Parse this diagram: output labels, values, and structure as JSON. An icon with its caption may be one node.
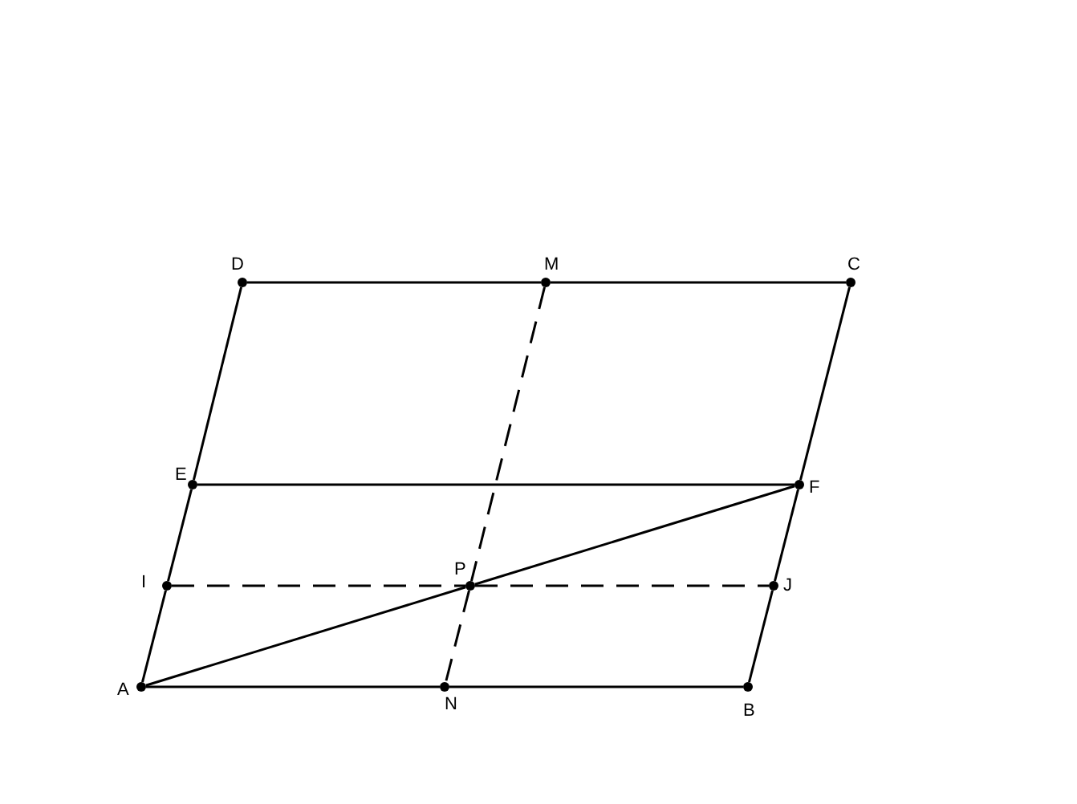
{
  "diagram": {
    "nodes": [
      {
        "text": [
          "D"
        ]
      },
      {
        "text": [
          "M"
        ]
      },
      {
        "text": [
          "C"
        ]
      },
      {
        "text": [
          "E"
        ]
      },
      {
        "text": [
          "F"
        ]
      },
      {
        "text": [
          "I"
        ]
      },
      {
        "text": [
          "P"
        ]
      },
      {
        "text": [
          "J"
        ]
      },
      {
        "text": [
          "A"
        ]
      },
      {
        "text": [
          "N"
        ]
      },
      {
        "text": [
          "B"
        ]
      }
    ],
    "edges": [
      {
        "from": 0,
        "to": 1,
        "arrow": "none"
      },
      {
        "from": 1,
        "to": 2,
        "arrow": "none"
      },
      {
        "from": 0,
        "to": 3,
        "arrow": "none"
      },
      {
        "from": 3,
        "to": 5,
        "arrow": "none"
      },
      {
        "from": 5,
        "to": 8,
        "arrow": "none"
      },
      {
        "from": 2,
        "to": 4,
        "arrow": "none"
      },
      {
        "from": 4,
        "to": 7,
        "arrow": "none"
      },
      {
        "from": 7,
        "to": 10,
        "arrow": "none"
      },
      {
        "from": 8,
        "to": 9,
        "arrow": "none"
      },
      {
        "from": 9,
        "to": 10,
        "arrow": "none"
      },
      {
        "from": 3,
        "to": 4,
        "arrow": "none"
      },
      {
        "from": 8,
        "to": 6,
        "arrow": "none"
      },
      {
        "from": 6,
        "to": 4,
        "arrow": "none"
      },
      {
        "from": 5,
        "to": 6,
        "arrow": "none",
        "style": "dashed"
      },
      {
        "from": 6,
        "to": 7,
        "arrow": "none",
        "style": "dashed"
      },
      {
        "from": 1,
        "to": 6,
        "arrow": "none",
        "style": "dashed"
      },
      {
        "from": 6,
        "to": 9,
        "arrow": "none",
        "style": "dashed"
      }
    ]
  }
}
